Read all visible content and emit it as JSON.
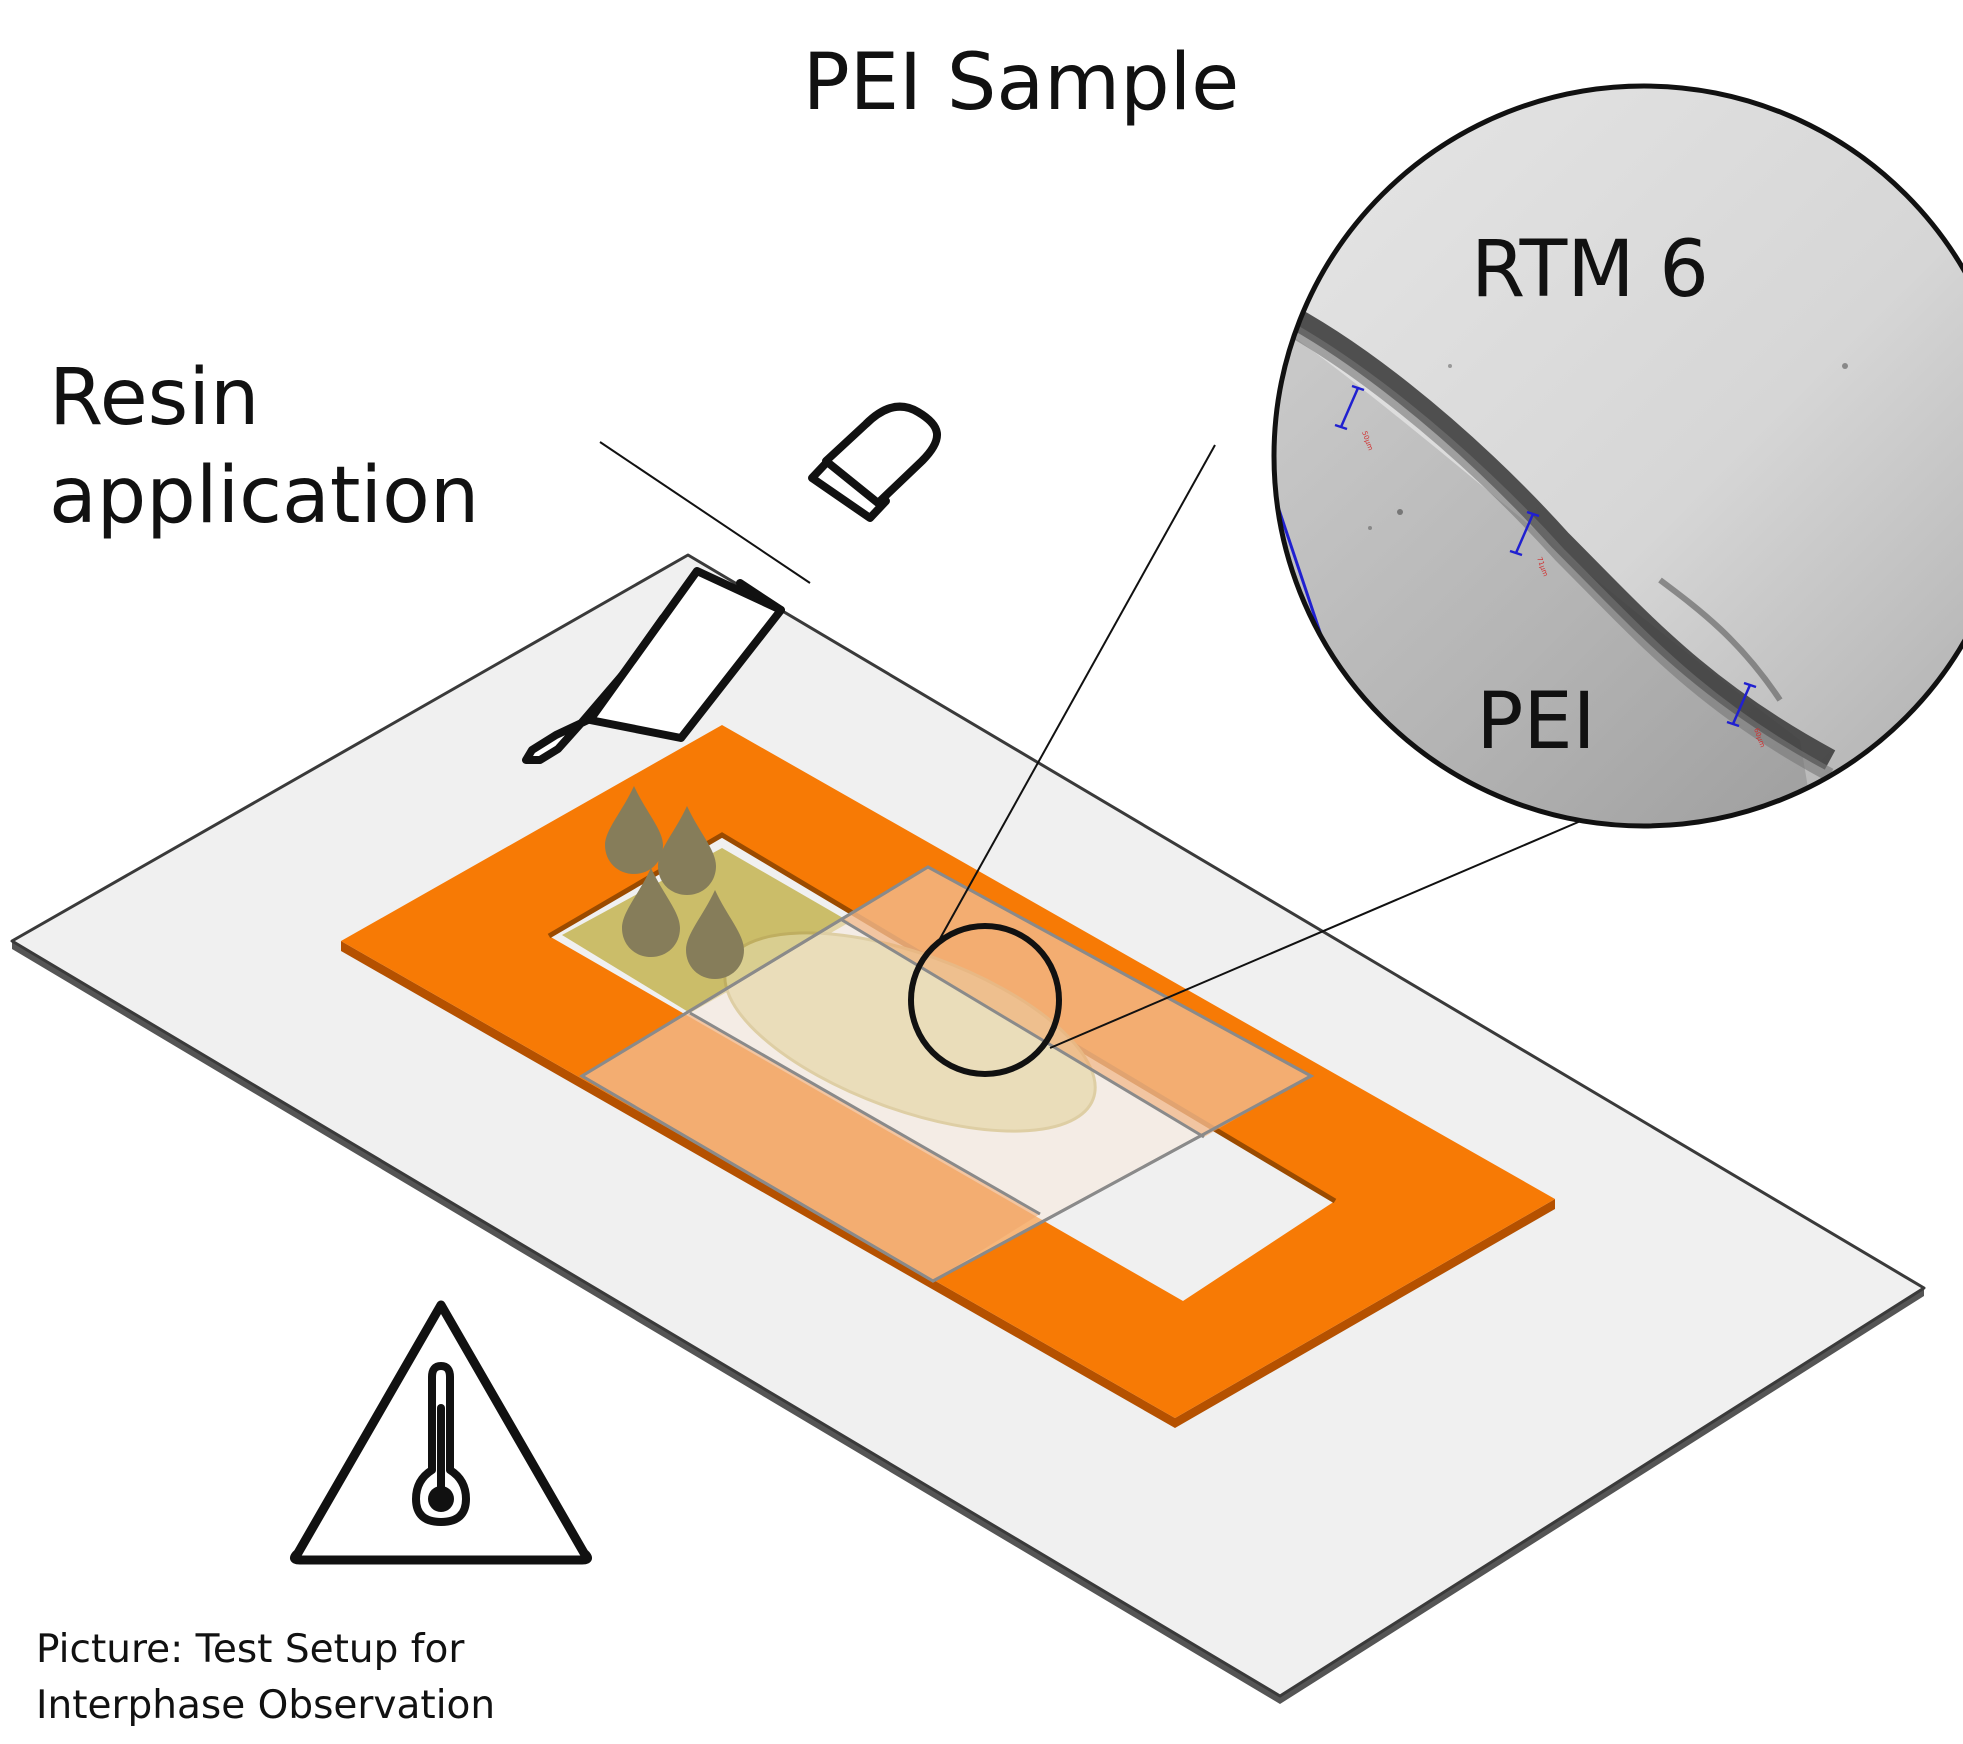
{
  "title": "PEI Sample",
  "resin_label": {
    "line1": "Resin",
    "line2": "application"
  },
  "zoom": {
    "top_label": "RTM 6",
    "bottom_label": "PEI"
  },
  "caption": {
    "line1": "Picture: Test Setup for",
    "line2": "Interphase Observation"
  },
  "colors": {
    "plate": "#f0f0f0",
    "plate_edge": "#3a3a3a",
    "frame": "#f77a05",
    "frame_edge": "#b55100",
    "resin_pool": "#cbbd69",
    "droplet": "#867d5a",
    "slide": "#f7e9dc",
    "blob": "#d9ce90",
    "micro_bg": "#cfcfcf",
    "micro_interface": "#444444",
    "scale_bar": "#2020d0"
  },
  "icons": [
    "dropper-icon",
    "droplet-icon",
    "thermometer-warning-icon",
    "magnifier-circle-icon"
  ],
  "scale_labels": [
    "50µm",
    "71µm",
    "60µm"
  ]
}
